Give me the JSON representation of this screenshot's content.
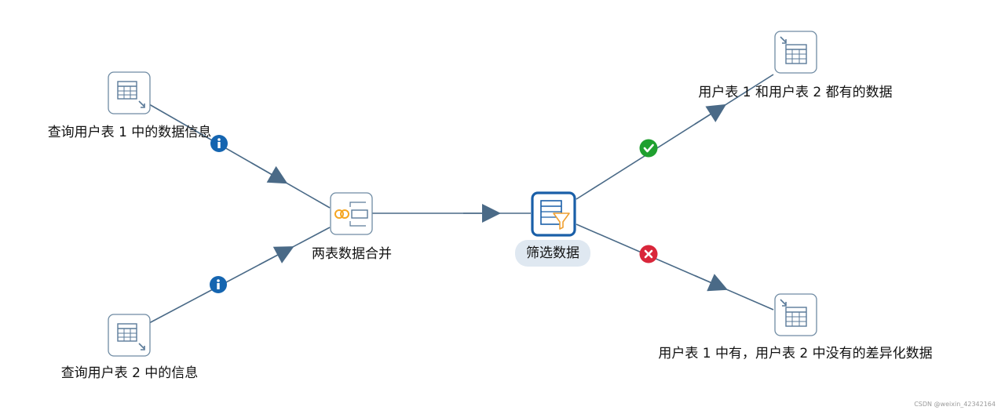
{
  "nodes": {
    "query1": {
      "label": "查询用户表 1 中的数据信息",
      "icon": "table-input-icon"
    },
    "query2": {
      "label": "查询用户表 2 中的信息",
      "icon": "table-input-icon"
    },
    "merge": {
      "label": "两表数据合并",
      "icon": "merge-join-icon"
    },
    "filter": {
      "label": "筛选数据",
      "icon": "filter-rows-icon",
      "selected": true
    },
    "out_both": {
      "label": "用户表 1 和用户表 2 都有的数据",
      "icon": "table-output-icon"
    },
    "out_diff": {
      "label": "用户表 1 中有，用户表 2 中没有的差异化数据",
      "icon": "table-output-icon"
    }
  },
  "hops": [
    {
      "from": "query1",
      "to": "merge",
      "badge": "info"
    },
    {
      "from": "query2",
      "to": "merge",
      "badge": "info"
    },
    {
      "from": "merge",
      "to": "filter",
      "badge": "none"
    },
    {
      "from": "filter",
      "to": "out_both",
      "badge": "true"
    },
    {
      "from": "filter",
      "to": "out_diff",
      "badge": "false"
    }
  ],
  "colors": {
    "hop": "#4a6a87",
    "info_badge": "#1565b0",
    "true_badge": "#1fa02f",
    "false_badge": "#d9263a",
    "selected_border": "#1a5fa8",
    "merge_accent": "#f5a623",
    "filter_accent": "#f0a030"
  },
  "watermark": "CSDN @weixin_42342164"
}
